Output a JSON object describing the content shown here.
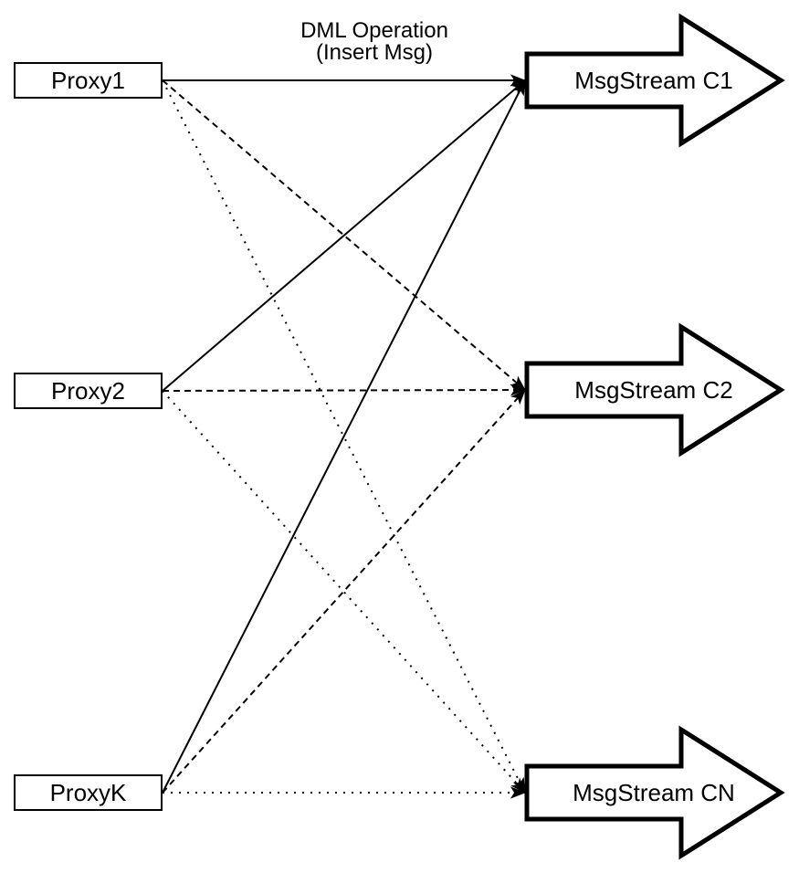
{
  "diagram": {
    "background": "#ffffff",
    "stroke_color": "#000000",
    "annotation": {
      "line1": "DML Operation",
      "line2": "(Insert Msg)"
    },
    "proxies": [
      {
        "id": "proxy1",
        "label": "Proxy1"
      },
      {
        "id": "proxy2",
        "label": "Proxy2"
      },
      {
        "id": "proxyk",
        "label": "ProxyK"
      }
    ],
    "streams": [
      {
        "id": "c1",
        "label": "MsgStream C1",
        "edge_style": "solid"
      },
      {
        "id": "c2",
        "label": "MsgStream C2",
        "edge_style": "dashed"
      },
      {
        "id": "cn",
        "label": "MsgStream CN",
        "edge_style": "dotted"
      }
    ],
    "edges": [
      {
        "from": "proxy1",
        "to": "c1",
        "style": "solid"
      },
      {
        "from": "proxy2",
        "to": "c1",
        "style": "solid"
      },
      {
        "from": "proxyk",
        "to": "c1",
        "style": "solid"
      },
      {
        "from": "proxy1",
        "to": "c2",
        "style": "dashed"
      },
      {
        "from": "proxy2",
        "to": "c2",
        "style": "dashed"
      },
      {
        "from": "proxyk",
        "to": "c2",
        "style": "dashed"
      },
      {
        "from": "proxy1",
        "to": "cn",
        "style": "dotted"
      },
      {
        "from": "proxy2",
        "to": "cn",
        "style": "dotted"
      },
      {
        "from": "proxyk",
        "to": "cn",
        "style": "dotted"
      }
    ]
  }
}
